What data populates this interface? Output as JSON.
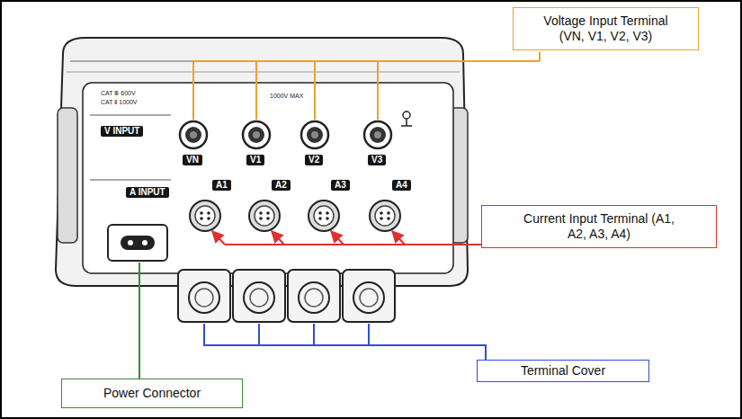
{
  "diagram": {
    "nodes": [
      {
        "text": [
          "Voltage Input Terminal (VN, V1, V2, V3)"
        ]
      },
      {
        "text": [
          "Current Input Terminal (A1, A2, A3, A4)"
        ]
      },
      {
        "text": [
          "Terminal Cover"
        ]
      },
      {
        "text": [
          "Power Connector"
        ]
      }
    ],
    "labels": [
      "CAT Ⅲ 600V",
      "CAT Ⅱ 1000V",
      "1000V MAX",
      "V INPUT",
      "VN",
      "V1",
      "V2",
      "V3",
      "A INPUT",
      "A1",
      "A2",
      "A3",
      "A4"
    ]
  }
}
